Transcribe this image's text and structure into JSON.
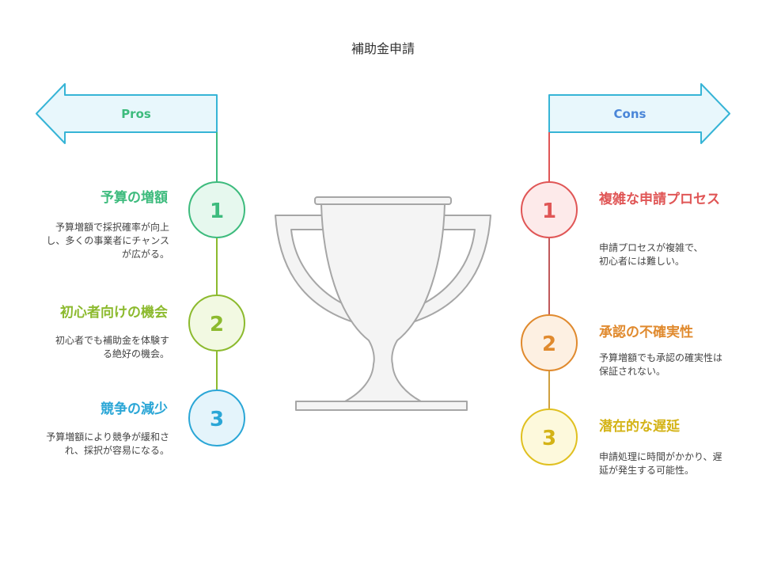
{
  "title": "補助金申請",
  "pros": {
    "label": "Pros",
    "items": [
      {
        "number": "1",
        "title": "予算の増額",
        "description": "予算増額で採択確率が向上し、多くの事業者にチャンスが広がる。"
      },
      {
        "number": "2",
        "title": "初心者向けの機会",
        "description": "初心者でも補助金を体験する絶好の機会。"
      },
      {
        "number": "3",
        "title": "競争の減少",
        "description": "予算増額により競争が緩和され、採択が容易になる。"
      }
    ]
  },
  "cons": {
    "label": "Cons",
    "items": [
      {
        "number": "1",
        "title": "複雑な申請プロセス",
        "description": "申請プロセスが複雑で、初心者には難しい。"
      },
      {
        "number": "2",
        "title": "承認の不確実性",
        "description": "予算増額でも承認の確実性は保証されない。"
      },
      {
        "number": "3",
        "title": "潜在的な遅延",
        "description": "申請処理に時間がかかり、遅延が発生する可能性。"
      }
    ]
  },
  "colors": {
    "pros_label": "#3dbb7d",
    "cons_label": "#4a86d8",
    "pros_1": "#3dbb7d",
    "pros_2": "#8cba2e",
    "pros_3": "#2aa6d6",
    "cons_1": "#e05656",
    "cons_2": "#e08a2e",
    "cons_3": "#e0c020",
    "arrow_fill": "#e8f7fc",
    "arrow_stroke": "#36b4d6"
  }
}
